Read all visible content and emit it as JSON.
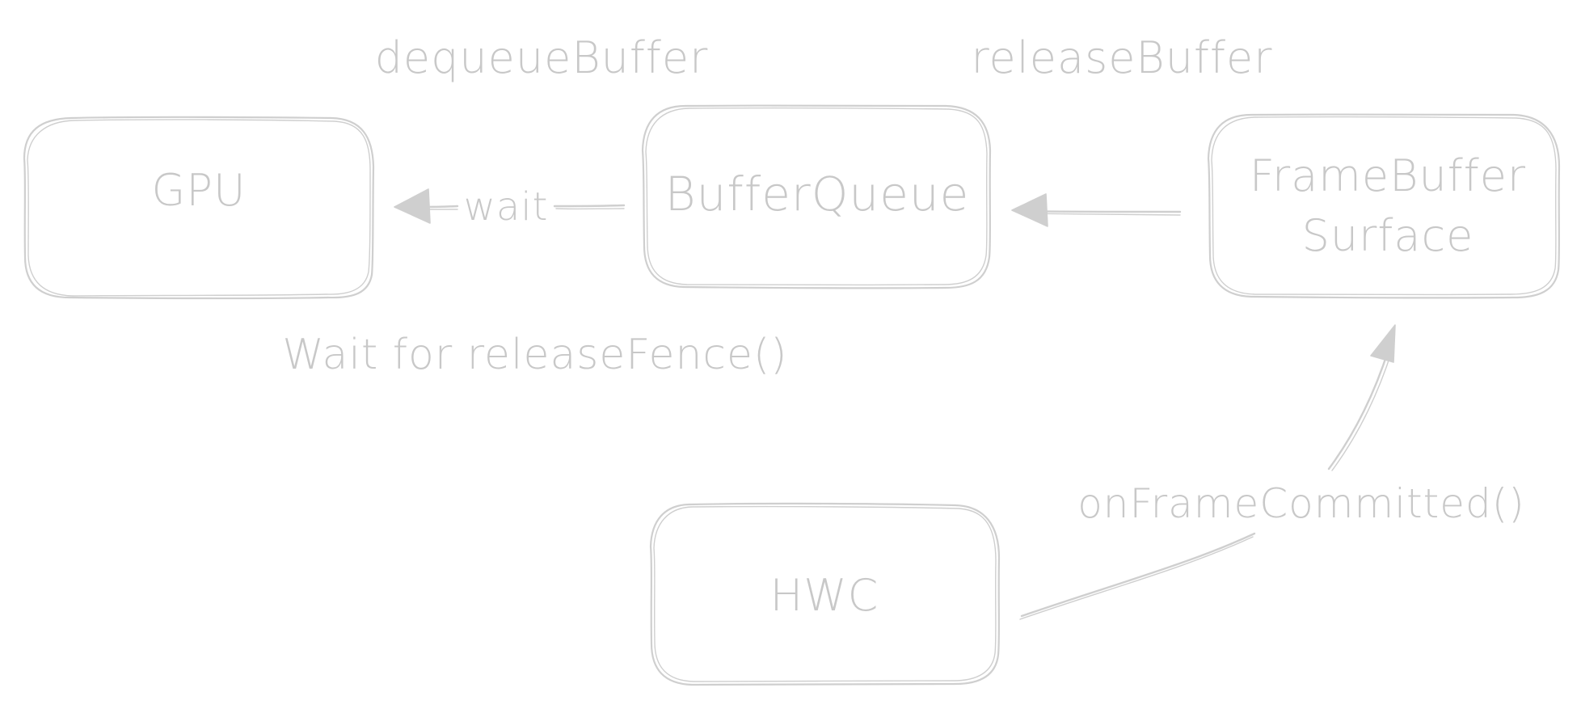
{
  "diagram": {
    "style": {
      "stroke_color": "#cfcfcf",
      "text_color": "#c8c8c8",
      "background": "#ffffff"
    },
    "nodes": {
      "gpu": {
        "label": "GPU"
      },
      "bufferqueue": {
        "label": "BufferQueue"
      },
      "framebuffer": {
        "label_line1": "FrameBuffer",
        "label_line2": "Surface"
      },
      "hwc": {
        "label": "HWC"
      }
    },
    "edges": {
      "bufferqueue_to_gpu": {
        "label": "wait"
      },
      "framebuffer_to_bufferqueue": {
        "label": ""
      },
      "hwc_to_framebuffer": {
        "label": "onFrameCommitted()"
      }
    },
    "annotations": {
      "dequeue": "dequeueBuffer",
      "release": "releaseBuffer",
      "wait_fence": "Wait for releaseFence()"
    }
  }
}
